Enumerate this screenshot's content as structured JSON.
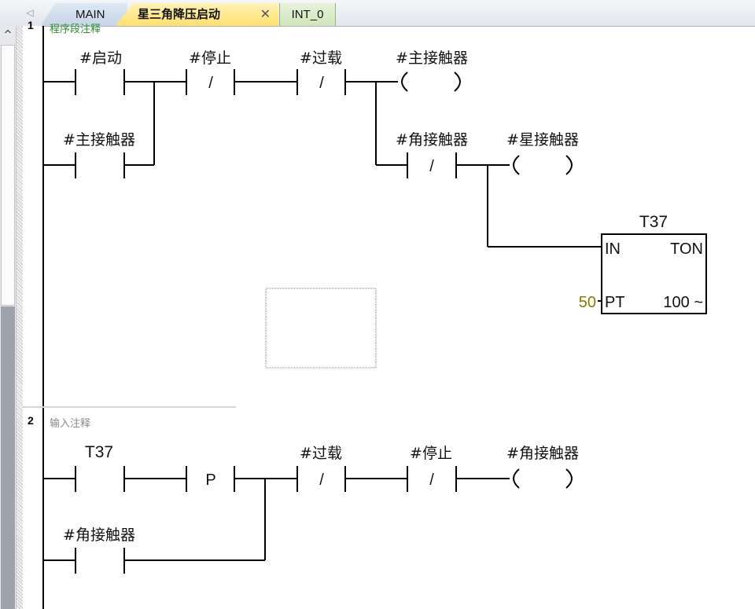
{
  "tabs": [
    {
      "label": "MAIN"
    },
    {
      "label": "星三角降压启动",
      "close": "✕"
    },
    {
      "label": "INT_0"
    }
  ],
  "networks": [
    {
      "number": "1",
      "comment": "程序段注释",
      "contacts": [
        "#启动",
        "#停止",
        "#过载",
        "#主接触器",
        "#角接触器"
      ],
      "coils": [
        "#主接触器",
        "#星接触器"
      ],
      "nc_mark": "/",
      "timer": {
        "name": "T37",
        "type": "TON",
        "in_pin": "IN",
        "pt_pin": "PT",
        "pt_value": "50",
        "resolution": "100 ~"
      }
    },
    {
      "number": "2",
      "comment": "输入注释",
      "contacts": [
        "T37",
        "#过载",
        "#停止",
        "#角接触器"
      ],
      "p_contact": "P",
      "coils": [
        "#角接触器"
      ],
      "nc_mark": "/"
    }
  ],
  "colors": {
    "comment_network1": "#2e8b2e",
    "comment_network2": "#8a8a8a",
    "pt_value": "#8a7a00",
    "active_tab": "#ffdf6e"
  }
}
